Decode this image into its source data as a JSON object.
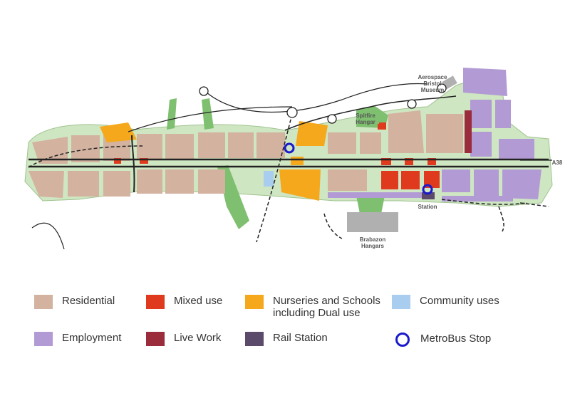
{
  "map": {
    "labels": {
      "aerospace": "Aerospace\nBristol\nMuseum",
      "spitfire": "Spitfire\nHangar",
      "station": "Station",
      "brabazon": "Brabazon\nHangars",
      "a38": "A38"
    }
  },
  "legend": {
    "items": [
      {
        "label": "Residential",
        "color": "#d3b29f"
      },
      {
        "label": "Mixed use",
        "color": "#e03a1e"
      },
      {
        "label": "Nurseries and Schools\nincluding Dual use",
        "color": "#f6a81d"
      },
      {
        "label": "Community uses",
        "color": "#a9cdee"
      },
      {
        "label": "Employment",
        "color": "#b29bd4"
      },
      {
        "label": "Live Work",
        "color": "#9a2c3c"
      },
      {
        "label": "Rail Station",
        "color": "#5b4a6a"
      },
      {
        "label": "MetroBus Stop",
        "color": "#1a1acc"
      }
    ]
  }
}
